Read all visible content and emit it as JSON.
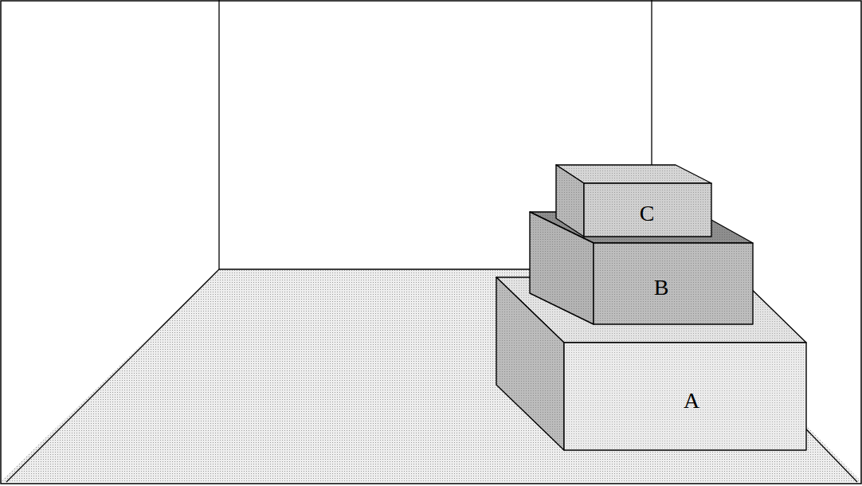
{
  "diagram": {
    "nodes": [
      {
        "text": [
          "C"
        ]
      },
      {
        "text": [
          "B"
        ]
      },
      {
        "text": [
          "A"
        ]
      }
    ]
  }
}
